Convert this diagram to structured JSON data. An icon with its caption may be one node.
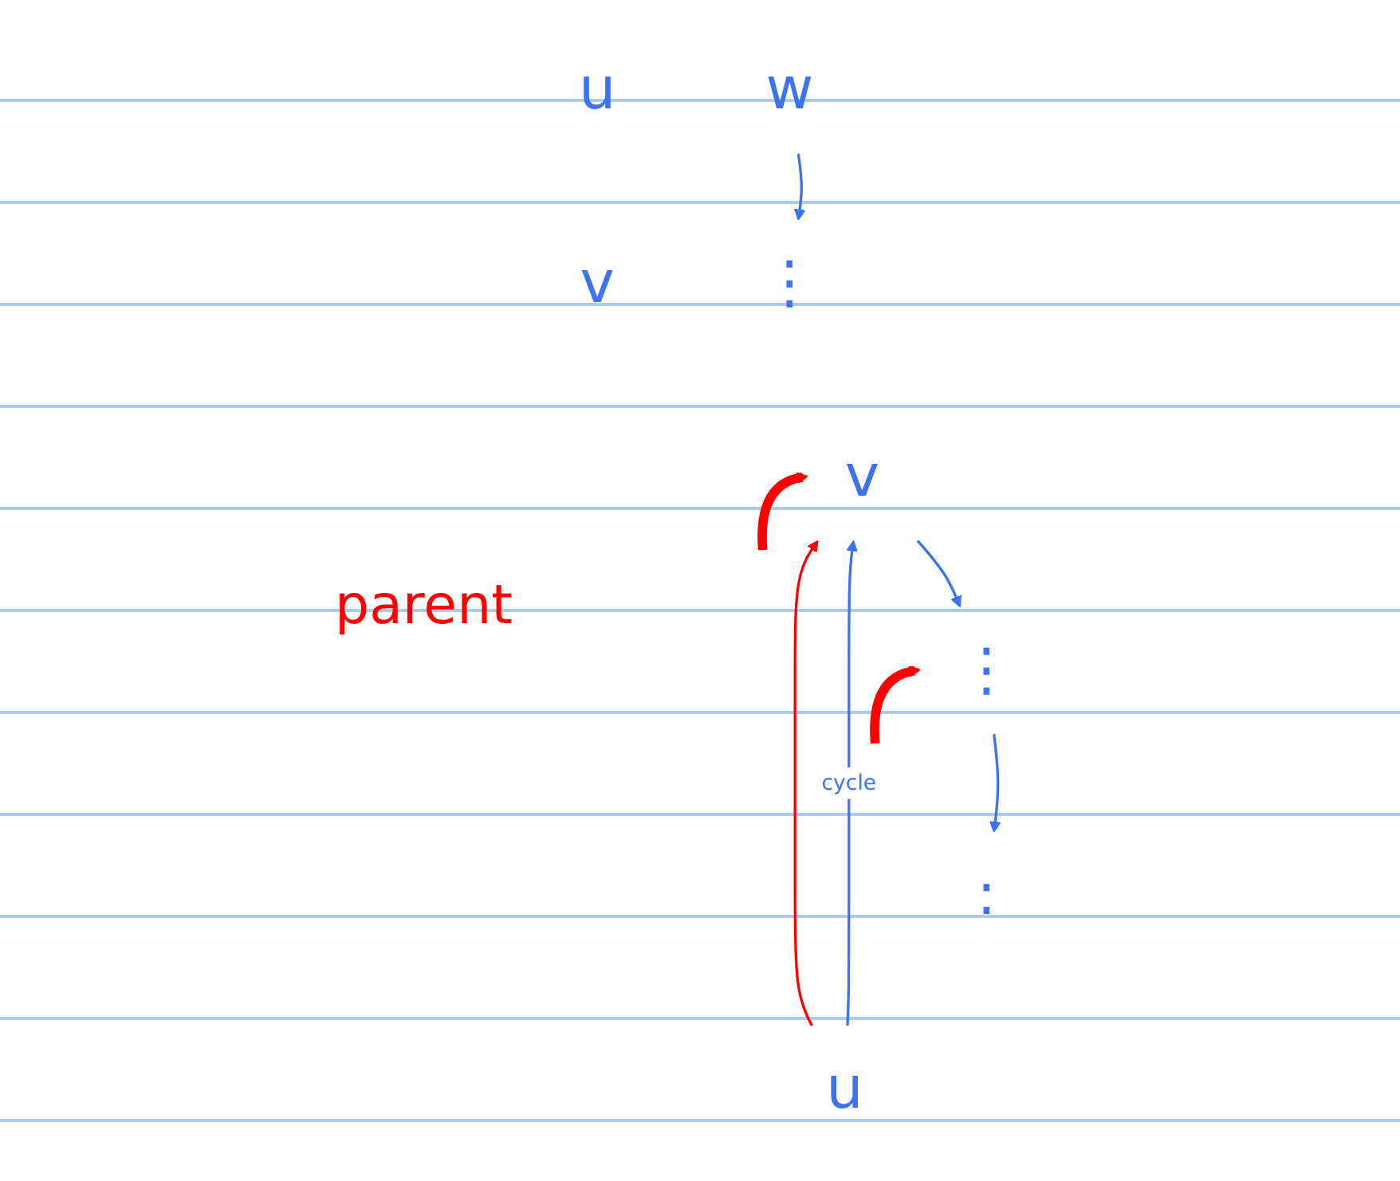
{
  "diagram": {
    "nodes": [
      {
        "text": [
          "u"
        ]
      },
      {
        "text": [
          "v"
        ]
      },
      {
        "text": [
          "w"
        ]
      },
      {
        "text": [
          "⋮"
        ]
      },
      {
        "text": [
          "v"
        ]
      },
      {
        "text": [
          "⋮"
        ]
      },
      {
        "text": [
          ":"
        ]
      },
      {
        "text": [
          "u"
        ]
      }
    ],
    "edges": [
      {
        "from": 2,
        "to": 3,
        "arrow": "to"
      },
      {
        "from": 4,
        "to": 5,
        "arrow": "to"
      },
      {
        "from": 5,
        "to": 6,
        "arrow": "to"
      },
      {
        "from": 7,
        "to": 4,
        "arrow": "to",
        "label": "cycle"
      },
      {
        "from": 7,
        "to": 4,
        "arrow": "to",
        "color": "#ff0000"
      },
      {
        "from": null,
        "to": 4,
        "arrow": "to",
        "color": "#ff0000",
        "style": "thick"
      },
      {
        "from": null,
        "to": 5,
        "arrow": "to",
        "color": "#ff0000",
        "style": "thick"
      }
    ],
    "labels": [
      "parent"
    ]
  }
}
